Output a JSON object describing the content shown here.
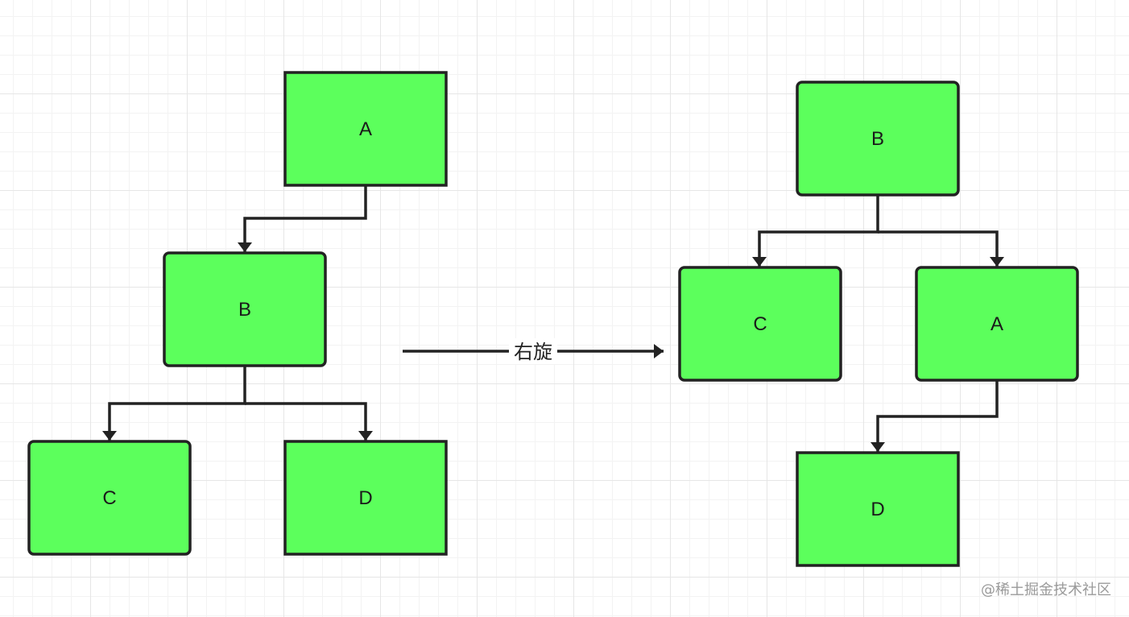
{
  "left_tree": {
    "nodes": [
      {
        "id": "A",
        "label": "A"
      },
      {
        "id": "B",
        "label": "B"
      },
      {
        "id": "C",
        "label": "C"
      },
      {
        "id": "D",
        "label": "D"
      }
    ],
    "edges": [
      {
        "from": "A",
        "to": "B"
      },
      {
        "from": "B",
        "to": "C"
      },
      {
        "from": "B",
        "to": "D"
      }
    ]
  },
  "right_tree": {
    "nodes": [
      {
        "id": "B",
        "label": "B"
      },
      {
        "id": "C",
        "label": "C"
      },
      {
        "id": "A",
        "label": "A"
      },
      {
        "id": "D",
        "label": "D"
      }
    ],
    "edges": [
      {
        "from": "B",
        "to": "C"
      },
      {
        "from": "B",
        "to": "A"
      },
      {
        "from": "A",
        "to": "D"
      }
    ]
  },
  "transition": {
    "label": "右旋"
  },
  "watermark": "@稀土掘金技术社区",
  "colors": {
    "node_fill": "#5cff5c",
    "stroke": "#222222"
  }
}
